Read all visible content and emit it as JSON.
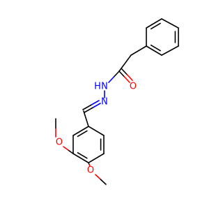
{
  "molecule": {
    "atom_labels": {
      "carbonyl_oxygen": "O",
      "amide_nitrogen": "N",
      "amide_hydrogen": "H",
      "imine_nitrogen": "N",
      "methoxy_oxygen_3": "O",
      "methoxy_oxygen_4": "O"
    }
  },
  "colors": {
    "bond": "#000000",
    "oxygen": "#ff0000",
    "nitrogen": "#0000ff",
    "background": "#ffffff"
  }
}
